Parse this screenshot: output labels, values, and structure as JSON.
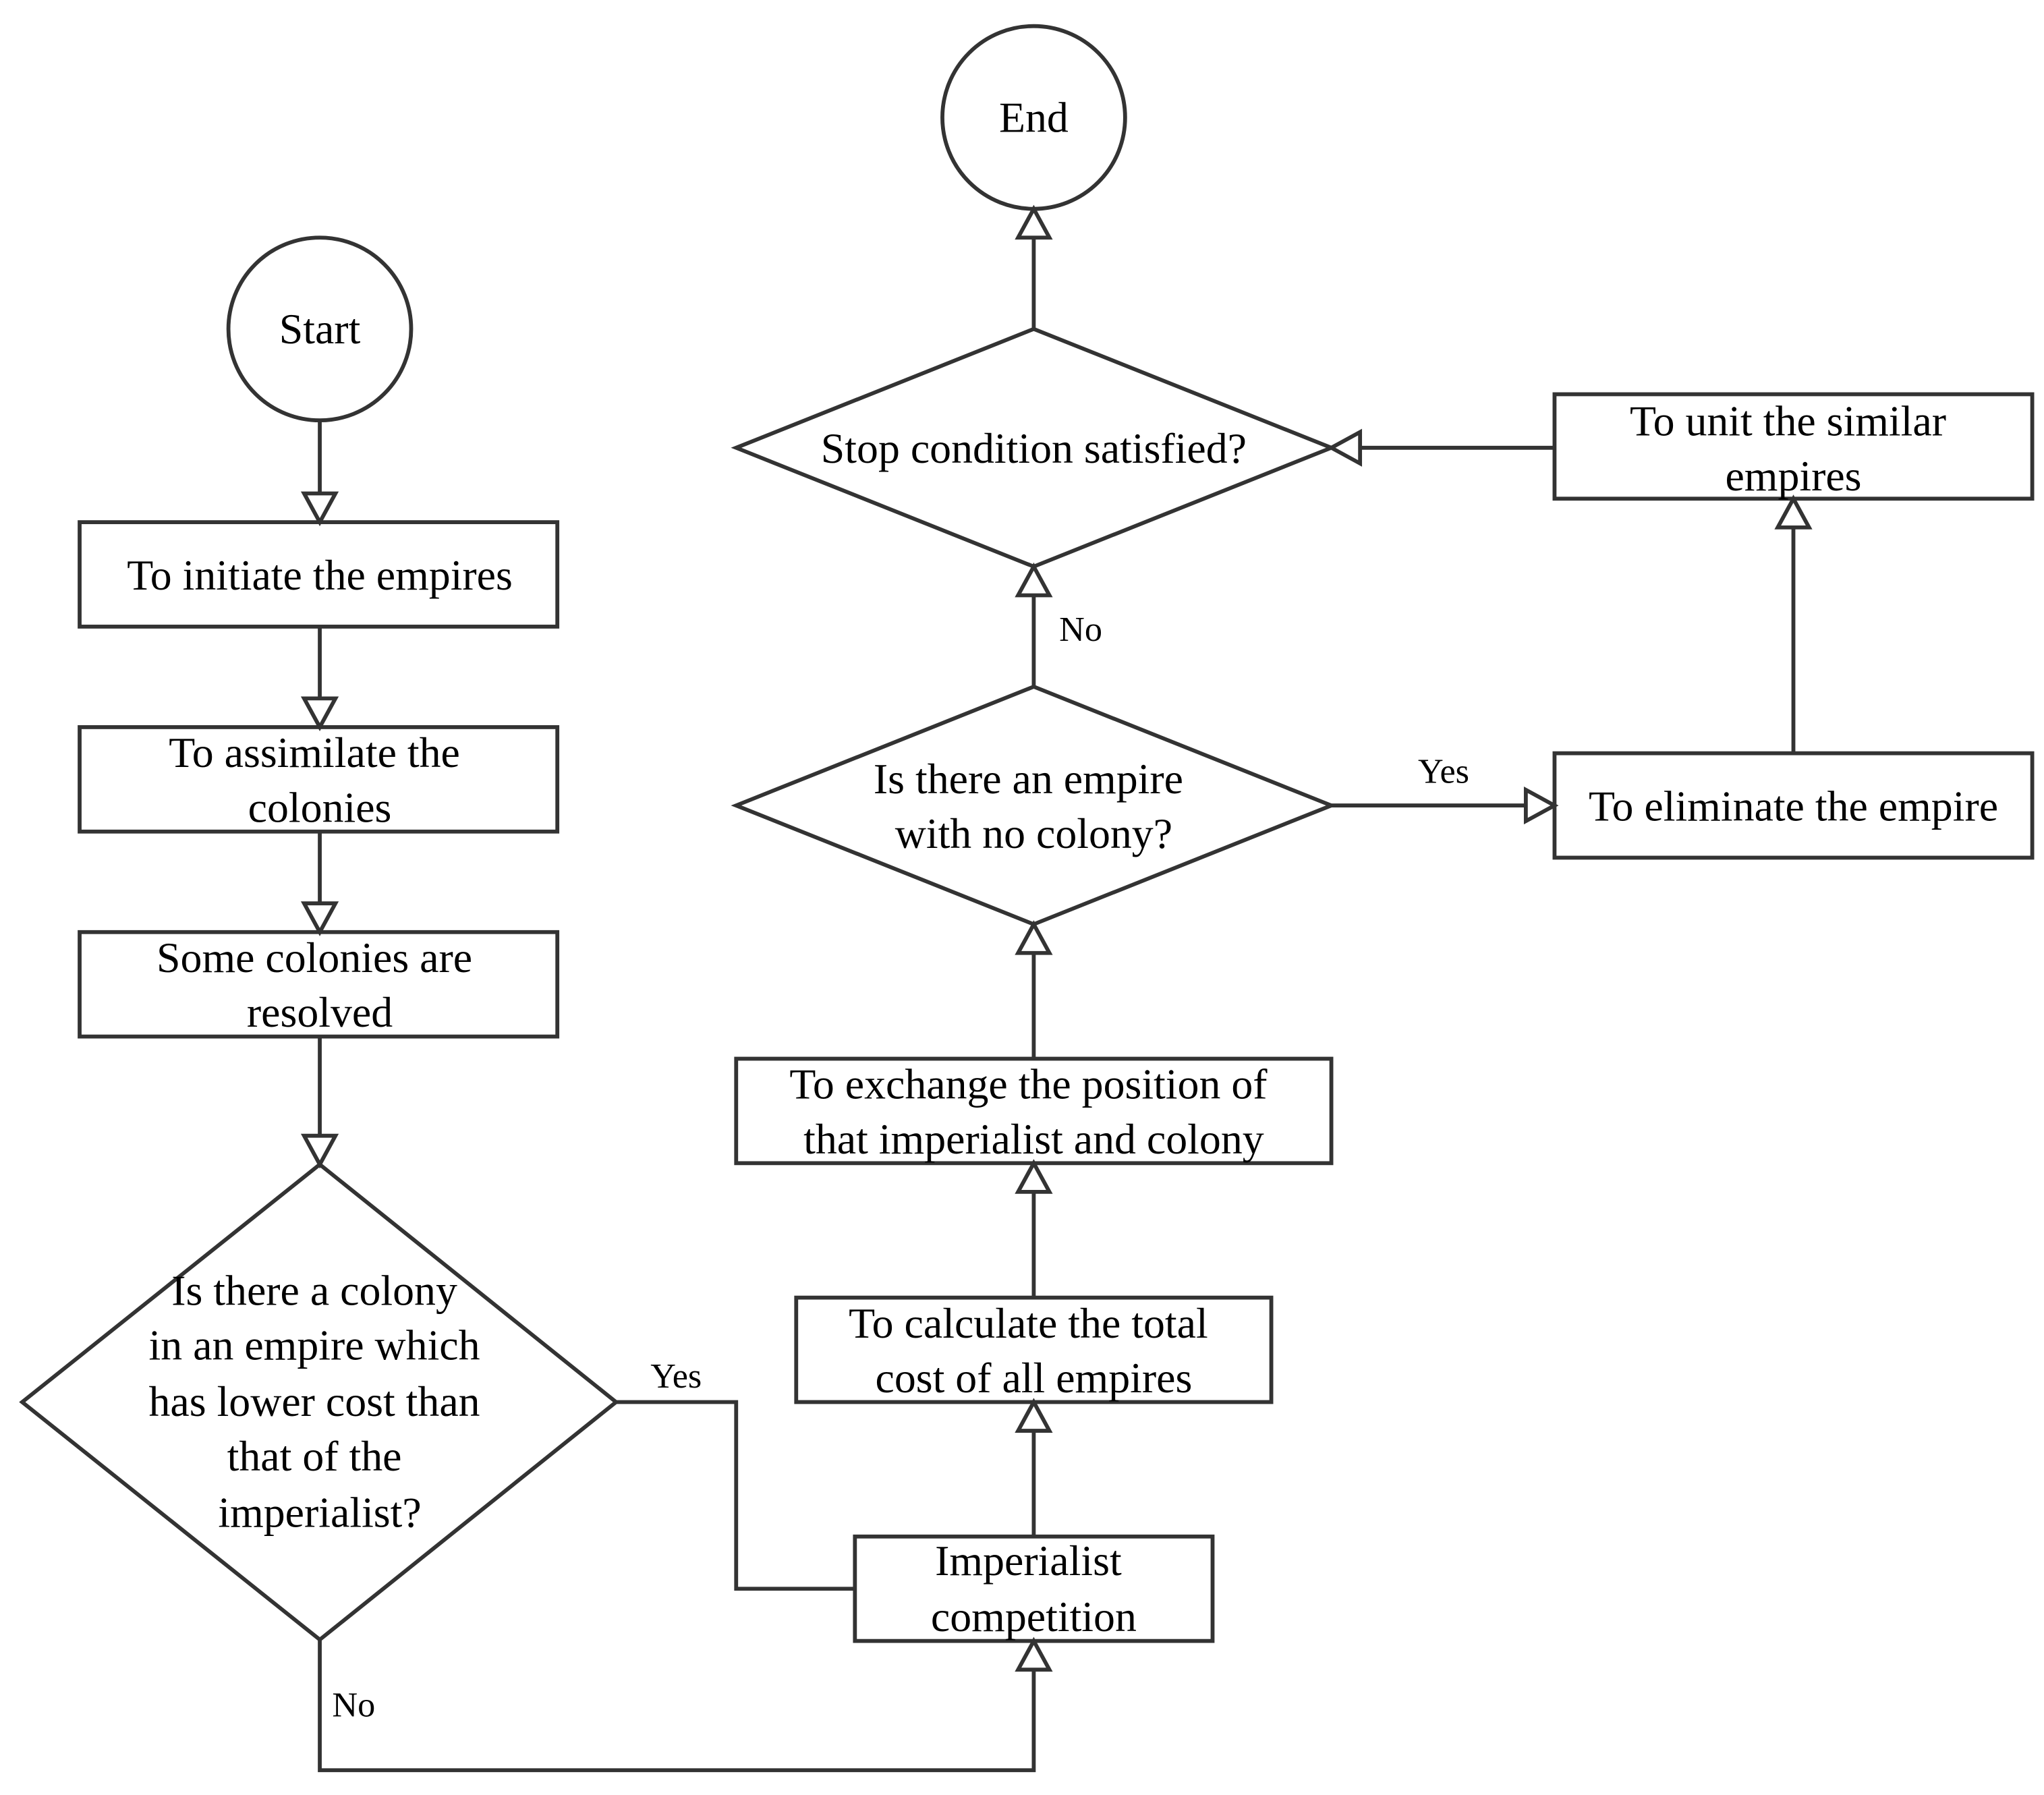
{
  "nodes": {
    "start": {
      "label": "Start"
    },
    "end": {
      "label": "End"
    },
    "initiate_empires": {
      "lines": [
        "To initiate the empires"
      ]
    },
    "assimilate_colonies": {
      "lines": [
        "To assimilate the",
        "colonies"
      ]
    },
    "colonies_resolved": {
      "lines": [
        "Some colonies are",
        "resolved"
      ]
    },
    "lower_cost_decision": {
      "lines": [
        "Is there a colony",
        "in an empire which",
        "has lower cost than",
        "that of the",
        "imperialist?"
      ]
    },
    "imperialist_competition": {
      "lines": [
        "Imperialist",
        "competition"
      ]
    },
    "calculate_total_cost": {
      "lines": [
        "To calculate the total",
        "cost of all empires"
      ]
    },
    "exchange_position": {
      "lines": [
        "To exchange the position of",
        "that imperialist and colony"
      ]
    },
    "empire_no_colony_decision": {
      "lines": [
        "Is there an empire",
        "with no colony?"
      ]
    },
    "eliminate_empire": {
      "lines": [
        "To eliminate the empire"
      ]
    },
    "unit_similar_empires": {
      "lines": [
        "To unit the similar",
        "empires"
      ]
    },
    "stop_condition_decision": {
      "lines": [
        "Stop condition satisfied?"
      ]
    }
  },
  "edge_labels": {
    "lower_cost_yes": "Yes",
    "lower_cost_no": "No",
    "no_colony_yes": "Yes",
    "no_colony_no": "No"
  }
}
